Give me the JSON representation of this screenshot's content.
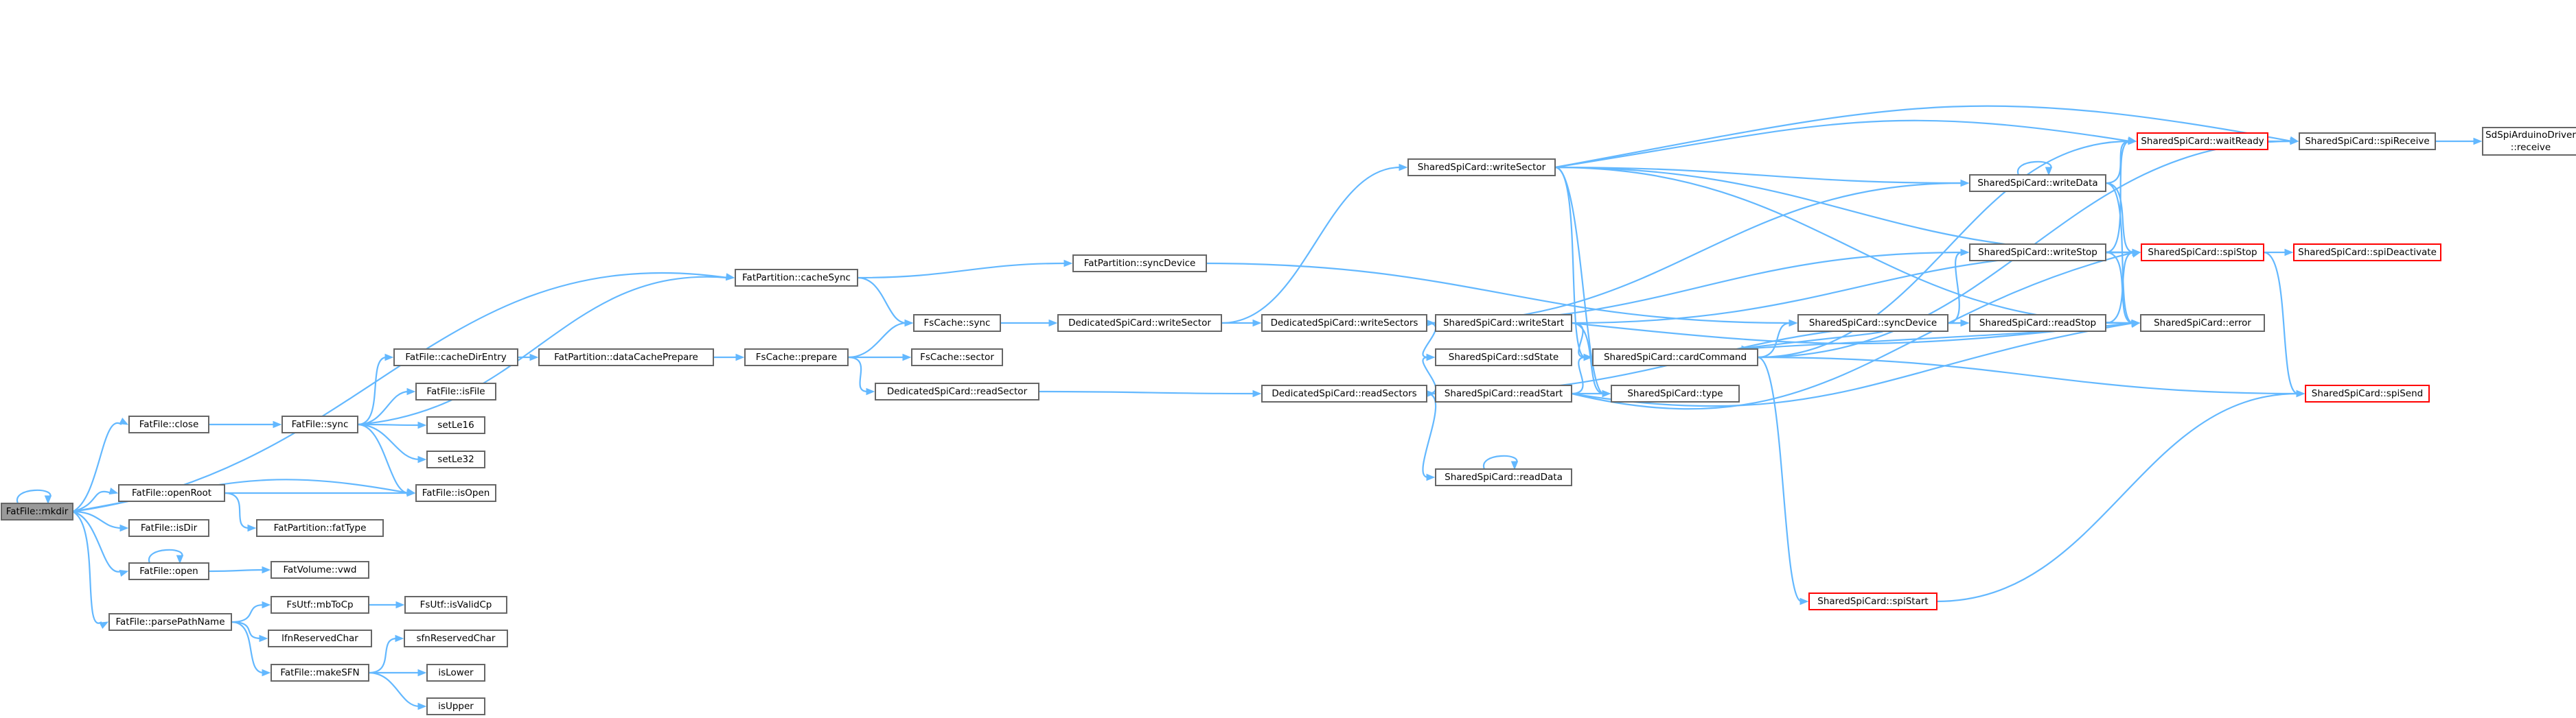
{
  "graph": {
    "colors": {
      "edge": "#63b8ff",
      "node_border": "#666666",
      "node_border_truncated": "#ff0000",
      "node_current_fill": "#999999"
    },
    "nodes": {
      "mkdir": "FatFile::mkdir",
      "close": "FatFile::close",
      "openRoot": "FatFile::openRoot",
      "isDir": "FatFile::isDir",
      "open": "FatFile::open",
      "parsePathName": "FatFile::parsePathName",
      "sync": "FatFile::sync",
      "cacheDirEntry": "FatFile::cacheDirEntry",
      "isFile": "FatFile::isFile",
      "setLe16": "setLe16",
      "setLe32": "setLe32",
      "isOpen": "FatFile::isOpen",
      "fatType": "FatPartition::fatType",
      "vwd": "FatVolume::vwd",
      "mbToCp": "FsUtf::mbToCp",
      "isValidCp": "FsUtf::isValidCp",
      "lfnReservedChar": "lfnReservedChar",
      "makeSFN": "FatFile::makeSFN",
      "sfnReservedChar": "sfnReservedChar",
      "isLower": "isLower",
      "isUpper": "isUpper",
      "cacheSync": "FatPartition::cacheSync",
      "dataCachePrepare": "FatPartition::dataCachePrepare",
      "syncDevice": "FatPartition::syncDevice",
      "fsSync": "FsCache::sync",
      "prepare": "FsCache::prepare",
      "sector": "FsCache::sector",
      "dWriteSector": "DedicatedSpiCard::writeSector",
      "dReadSector": "DedicatedSpiCard::readSector",
      "dWriteSectors": "DedicatedSpiCard::writeSectors",
      "dReadSectors": "DedicatedSpiCard::readSectors",
      "writeSector": "SharedSpiCard::writeSector",
      "writeStart": "SharedSpiCard::writeStart",
      "sdState": "SharedSpiCard::sdState",
      "readStart": "SharedSpiCard::readStart",
      "readData": "SharedSpiCard::readData",
      "cardCommand": "SharedSpiCard::cardCommand",
      "type": "SharedSpiCard::type",
      "spiStart": "SharedSpiCard::spiStart",
      "ssSyncDevice": "SharedSpiCard::syncDevice",
      "writeData": "SharedSpiCard::writeData",
      "writeStop": "SharedSpiCard::writeStop",
      "readStop": "SharedSpiCard::readStop",
      "waitReady": "SharedSpiCard::waitReady",
      "spiStop": "SharedSpiCard::spiStop",
      "error": "SharedSpiCard::error",
      "spiSend": "SharedSpiCard::spiSend",
      "spiReceive": "SharedSpiCard::spiReceive",
      "spiDeactivate": "SharedSpiCard::spiDeactivate",
      "driverReceive_l1": "SdSpiArduinoDriver",
      "driverReceive_l2": "::receive"
    }
  }
}
